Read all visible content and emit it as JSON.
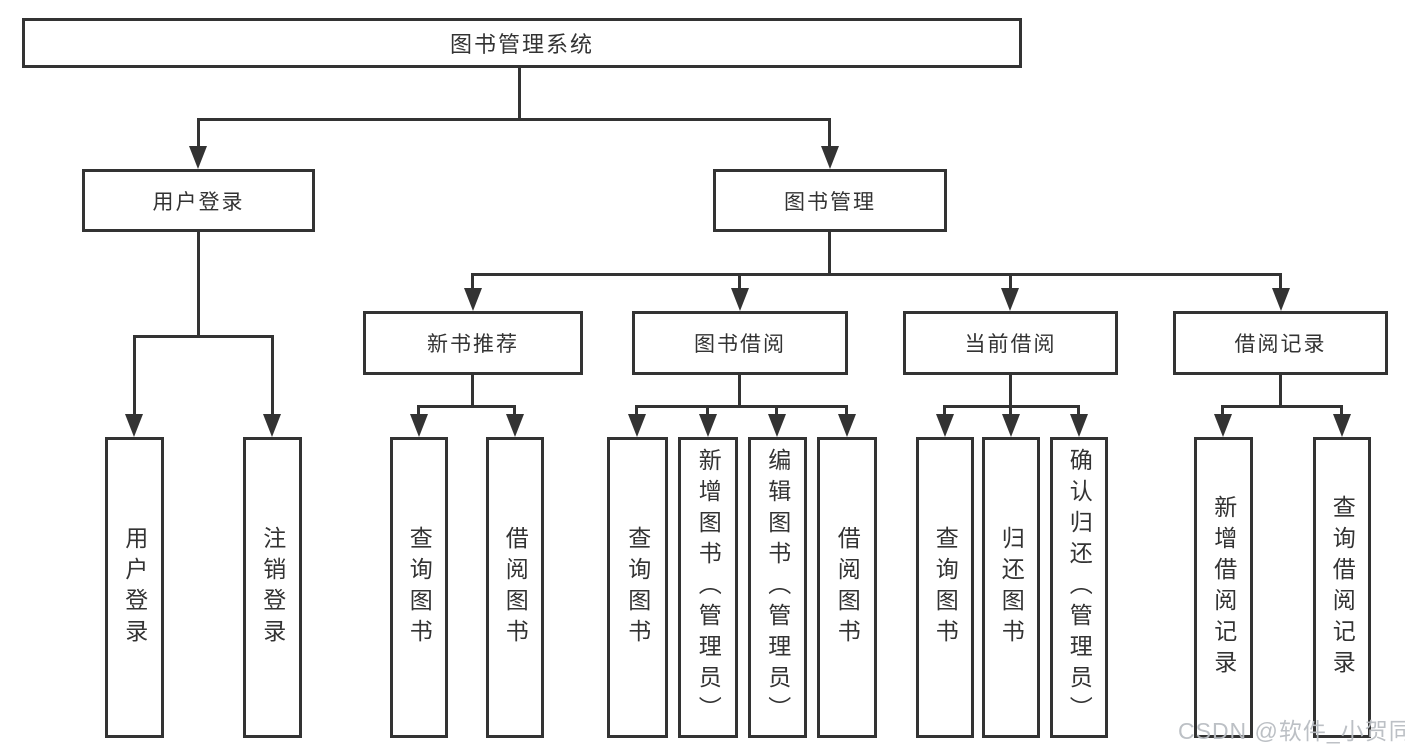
{
  "diagram": {
    "root": "图书管理系统",
    "groups": [
      {
        "label": "用户登录",
        "leaves": [
          "用户登录",
          "注销登录"
        ]
      },
      {
        "label": "图书管理",
        "subgroups": [
          {
            "label": "新书推荐",
            "leaves": [
              "查询图书",
              "借阅图书"
            ]
          },
          {
            "label": "图书借阅",
            "leaves": [
              "查询图书",
              "新增图书（管理员）",
              "编辑图书（管理员）",
              "借阅图书"
            ]
          },
          {
            "label": "当前借阅",
            "leaves": [
              "查询图书",
              "归还图书",
              "确认归还（管理员）"
            ]
          },
          {
            "label": "借阅记录",
            "leaves": [
              "新增借阅记录",
              "查询借阅记录"
            ]
          }
        ]
      }
    ]
  },
  "watermark": "CSDN @软件_小贺同学",
  "colors": {
    "line": "#333333",
    "text": "#333333",
    "watermark": "#b9bdc2",
    "background": "#ffffff"
  }
}
